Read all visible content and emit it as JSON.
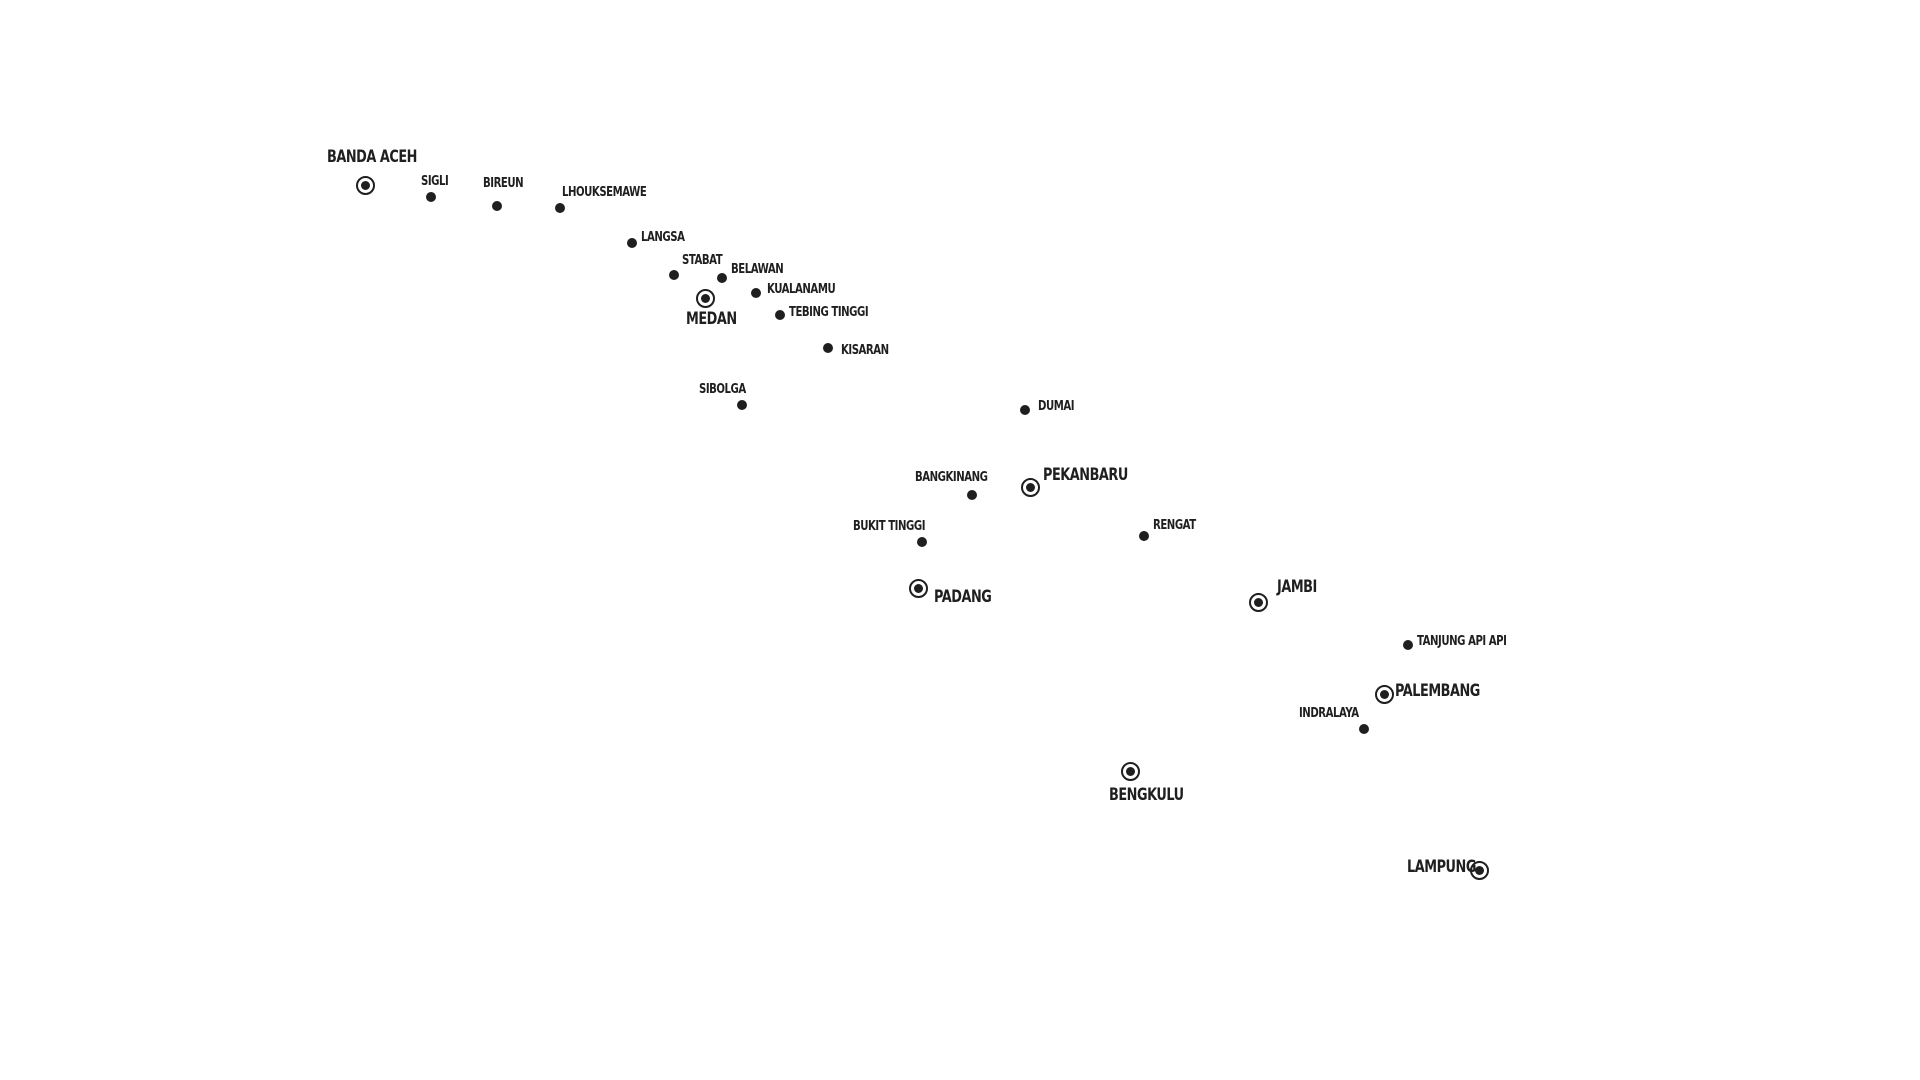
{
  "map": {
    "cities": [
      {
        "id": "banda-aceh",
        "name": "BANDA ACEH",
        "kind": "capital"
      },
      {
        "id": "sigli",
        "name": "SIGLI",
        "kind": "town"
      },
      {
        "id": "bireun",
        "name": "BIREUN",
        "kind": "town"
      },
      {
        "id": "lhouksemawe",
        "name": "LHOUKSEMAWE",
        "kind": "town"
      },
      {
        "id": "langsa",
        "name": "LANGSA",
        "kind": "town"
      },
      {
        "id": "stabat",
        "name": "STABAT",
        "kind": "town"
      },
      {
        "id": "belawan",
        "name": "BELAWAN",
        "kind": "town"
      },
      {
        "id": "medan",
        "name": "MEDAN",
        "kind": "capital"
      },
      {
        "id": "kualanamu",
        "name": "KUALANAMU",
        "kind": "town"
      },
      {
        "id": "tebing-tinggi",
        "name": "TEBING TINGGI",
        "kind": "town"
      },
      {
        "id": "kisaran",
        "name": "KISARAN",
        "kind": "town"
      },
      {
        "id": "sibolga",
        "name": "SIBOLGA",
        "kind": "town"
      },
      {
        "id": "dumai",
        "name": "DUMAI",
        "kind": "town"
      },
      {
        "id": "bangkinang",
        "name": "BANGKINANG",
        "kind": "town"
      },
      {
        "id": "pekanbaru",
        "name": "PEKANBARU",
        "kind": "capital"
      },
      {
        "id": "bukit-tinggi",
        "name": "BUKIT TINGGI",
        "kind": "town"
      },
      {
        "id": "rengat",
        "name": "RENGAT",
        "kind": "town"
      },
      {
        "id": "padang",
        "name": "PADANG",
        "kind": "capital"
      },
      {
        "id": "jambi",
        "name": "JAMBI",
        "kind": "capital"
      },
      {
        "id": "tanjung-api-api",
        "name": "TANJUNG API API",
        "kind": "town"
      },
      {
        "id": "palembang",
        "name": "PALEMBANG",
        "kind": "capital"
      },
      {
        "id": "indralaya",
        "name": "INDRALAYA",
        "kind": "town"
      },
      {
        "id": "bengkulu",
        "name": "BENGKULU",
        "kind": "capital"
      },
      {
        "id": "lampung",
        "name": "LAMPUNG",
        "kind": "capital"
      }
    ]
  }
}
